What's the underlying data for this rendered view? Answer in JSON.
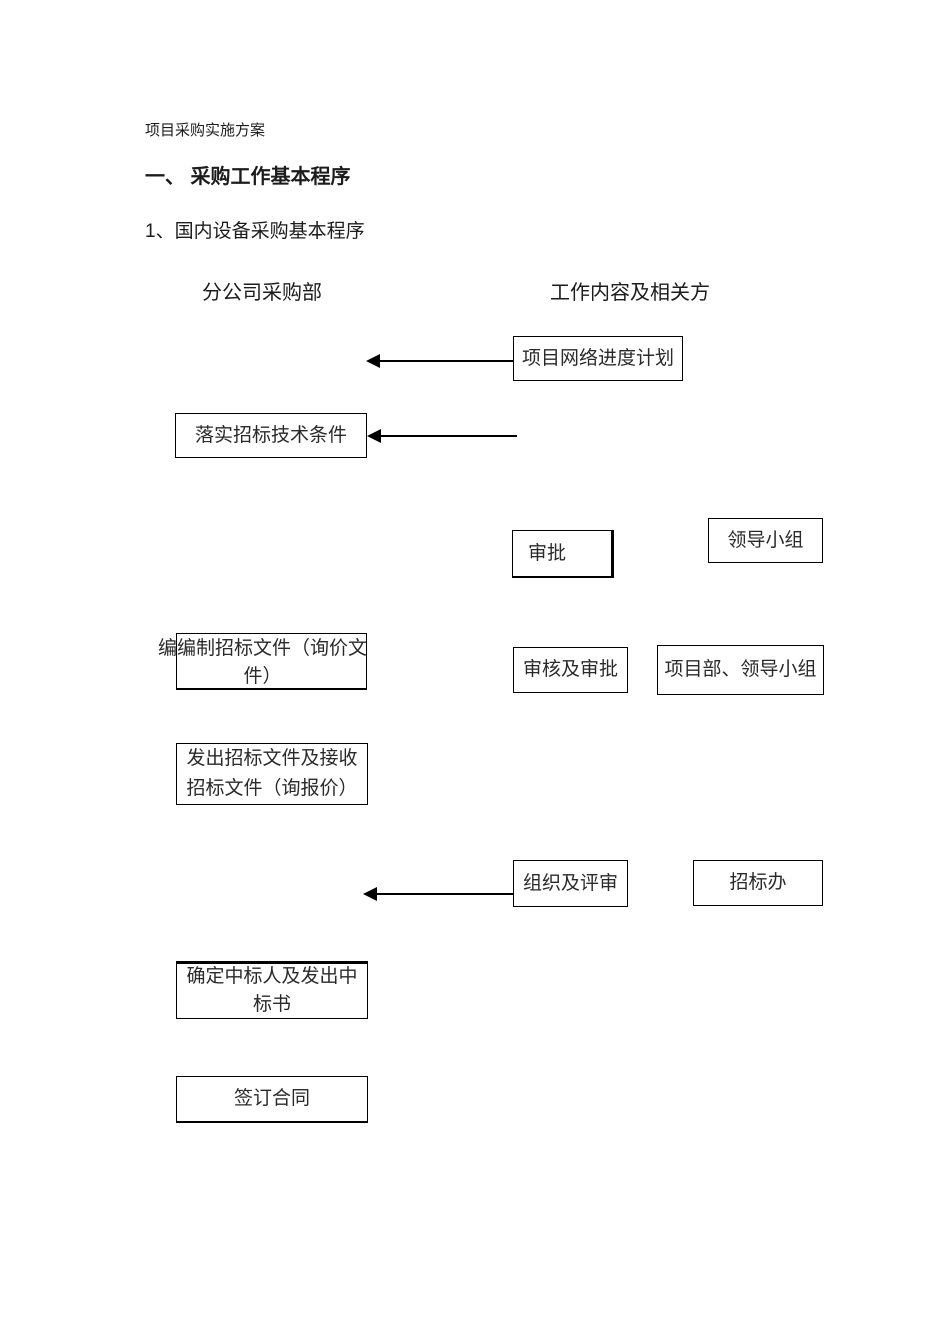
{
  "document": {
    "title": "项目采购实施方案",
    "section_heading": "一、 采购工作基本程序",
    "subsection_heading": "1、国内设备采购基本程序"
  },
  "flowchart": {
    "columns": {
      "left": "分公司采购部",
      "right": "工作内容及相关方"
    },
    "boxes": {
      "network_plan": "项目网络进度计划",
      "tech_conditions": "落实招标技术条件",
      "approval": "审批",
      "leading_group": "领导小组",
      "compile_docs": "编编制招标文件（询价文\n件）",
      "review_and_approval": "审核及审批",
      "project_dept_leading_group": "项目部、领导小组",
      "issue_docs": "发出招标文件及接收\n招标文件（询报价）",
      "organize_review": "组织及评审",
      "bidding_office": "招标办",
      "determine_winner": "确定中标人及发出中\n标书",
      "sign_contract": "签订合同"
    }
  },
  "colors": {
    "background": "#ffffff",
    "text": "#1c1c1c",
    "line": "#000000"
  }
}
